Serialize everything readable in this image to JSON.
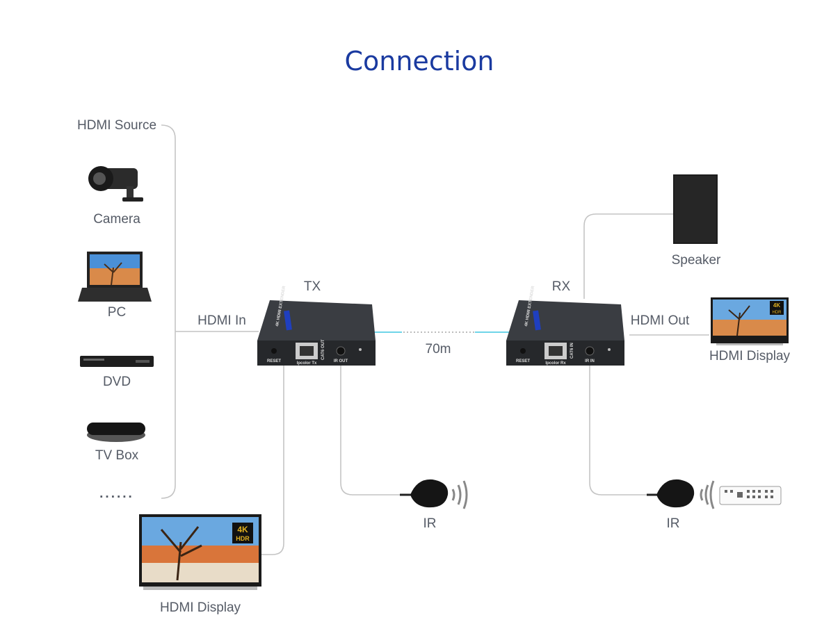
{
  "title": "Connection",
  "source": {
    "heading": "HDMI Source",
    "items": [
      {
        "label": "Camera",
        "icon": "camera-icon"
      },
      {
        "label": "PC",
        "icon": "laptop-icon"
      },
      {
        "label": "DVD",
        "icon": "dvd-player-icon"
      },
      {
        "label": "TV Box",
        "icon": "tv-box-icon"
      }
    ],
    "more": "......"
  },
  "hdmi_in": "HDMI In",
  "tx": {
    "label": "TX",
    "device_text": "4K HDMI EXTENDER",
    "reset": "RESET",
    "brand": "Ipcolor Tx",
    "port": "CAT6 OUT",
    "ir_port": "IR OUT"
  },
  "rx": {
    "label": "RX",
    "device_text": "4K HDMI EXTENDER",
    "reset": "RESET",
    "brand": "Ipcolor Rx",
    "port": "CAT6 IN",
    "ir_port": "IR IN"
  },
  "distance": "70m",
  "hdmi_out": "HDMI Out",
  "speaker": "Speaker",
  "display_tx": "HDMI Display",
  "display_rx": "HDMI Display",
  "ir_tx": "IR",
  "ir_rx": "IR",
  "display_badge": [
    "4K",
    "HDR"
  ],
  "colors": {
    "title": "#1a3aa0",
    "cable": "#3fc6e0",
    "text": "#555b66"
  }
}
